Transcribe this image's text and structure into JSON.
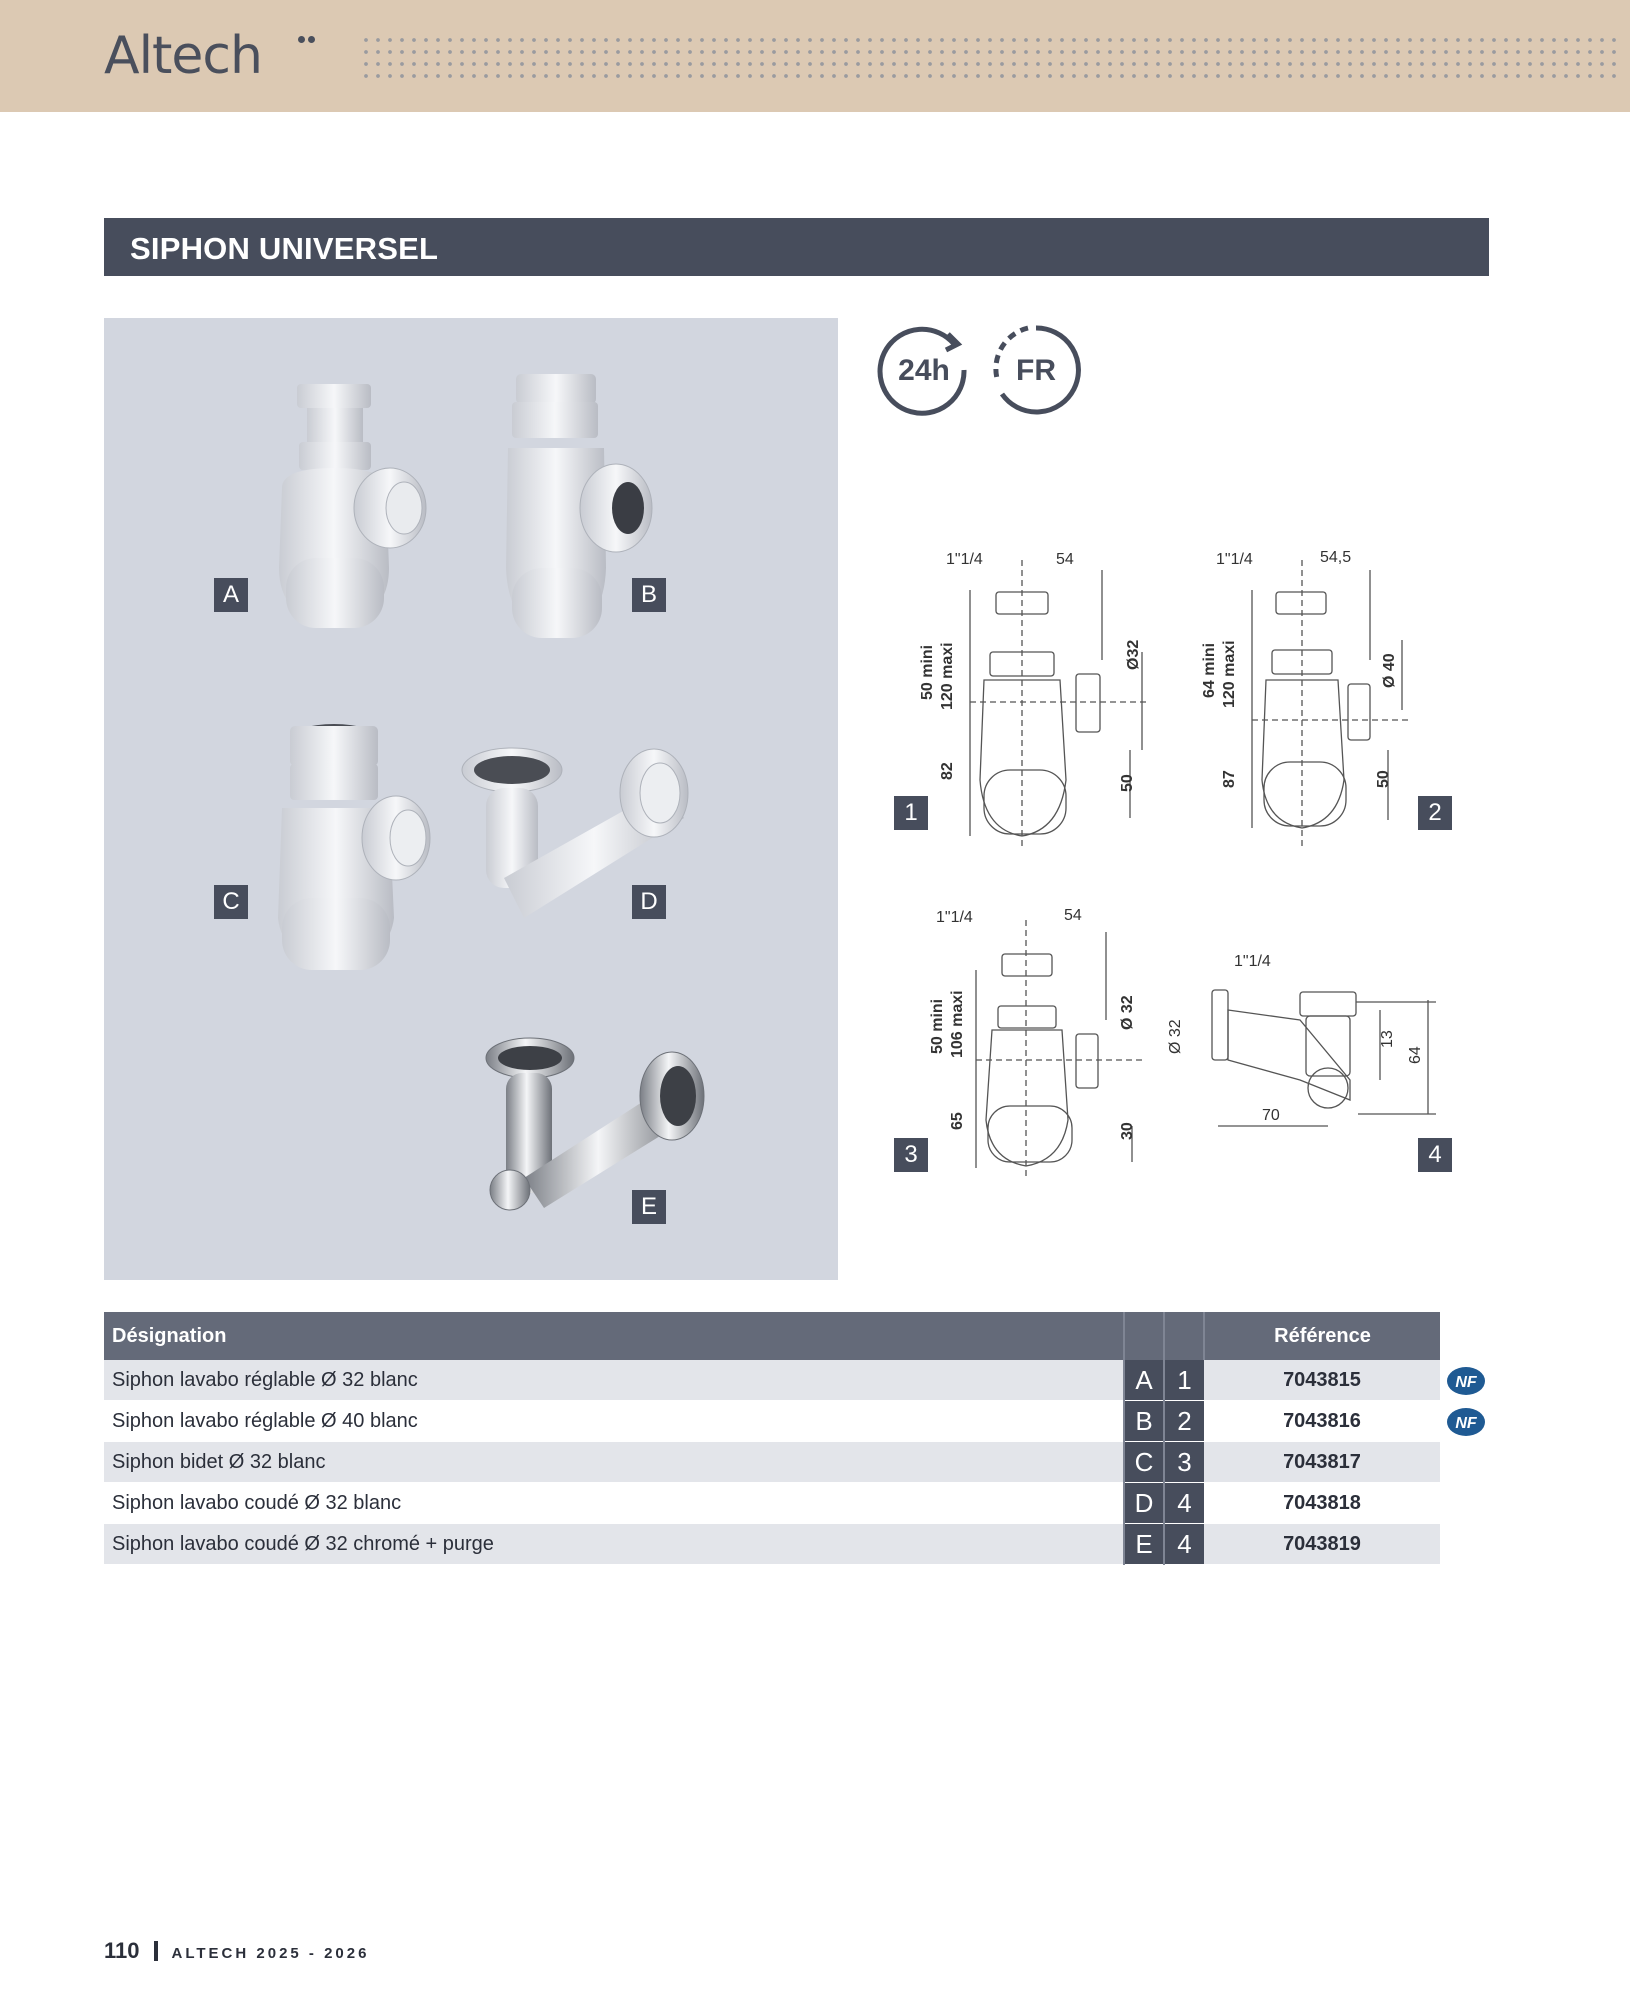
{
  "header": {
    "logo": "Altech"
  },
  "section": {
    "title": "SIPHON UNIVERSEL"
  },
  "product_badges": [
    "A",
    "B",
    "C",
    "D",
    "E"
  ],
  "certifications": [
    {
      "label": "24h",
      "icon": "24h-delivery-icon"
    },
    {
      "label": "FR",
      "icon": "france-made-icon"
    }
  ],
  "diagrams": {
    "numbers": [
      "1",
      "2",
      "3",
      "4"
    ],
    "d1": {
      "top": "1\"1/4",
      "width": "54",
      "height_a": "50 mini",
      "height_b": "120 maxi",
      "dia": "Ø32",
      "lower": "82",
      "outlet": "50"
    },
    "d2": {
      "top": "1\"1/4",
      "width": "54,5",
      "height_a": "64 mini",
      "height_b": "120 maxi",
      "dia": "Ø 40",
      "lower": "87",
      "outlet": "50"
    },
    "d3": {
      "top": "1\"1/4",
      "width": "54",
      "height_a": "50 mini",
      "height_b": "106 maxi",
      "dia": "Ø 32",
      "lower": "65",
      "outlet": "30"
    },
    "d4": {
      "top": "1\"1/4",
      "dia": "Ø 32",
      "length": "70",
      "h1": "13",
      "h2": "64"
    }
  },
  "table": {
    "headers": {
      "designation": "Désignation",
      "reference": "Référence"
    },
    "rows": [
      {
        "designation": "Siphon lavabo réglable Ø 32 blanc",
        "letter": "A",
        "num": "1",
        "ref": "7043815",
        "nf": true
      },
      {
        "designation": "Siphon lavabo réglable Ø 40 blanc",
        "letter": "B",
        "num": "2",
        "ref": "7043816",
        "nf": true
      },
      {
        "designation": "Siphon bidet Ø 32 blanc",
        "letter": "C",
        "num": "3",
        "ref": "7043817",
        "nf": false
      },
      {
        "designation": "Siphon lavabo coudé Ø 32 blanc",
        "letter": "D",
        "num": "4",
        "ref": "7043818",
        "nf": false
      },
      {
        "designation": "Siphon lavabo coudé Ø 32 chromé + purge",
        "letter": "E",
        "num": "4",
        "ref": "7043819",
        "nf": false
      }
    ],
    "nf_label": "NF"
  },
  "footer": {
    "page": "110",
    "text": "ALTECH 2025 - 2026"
  }
}
